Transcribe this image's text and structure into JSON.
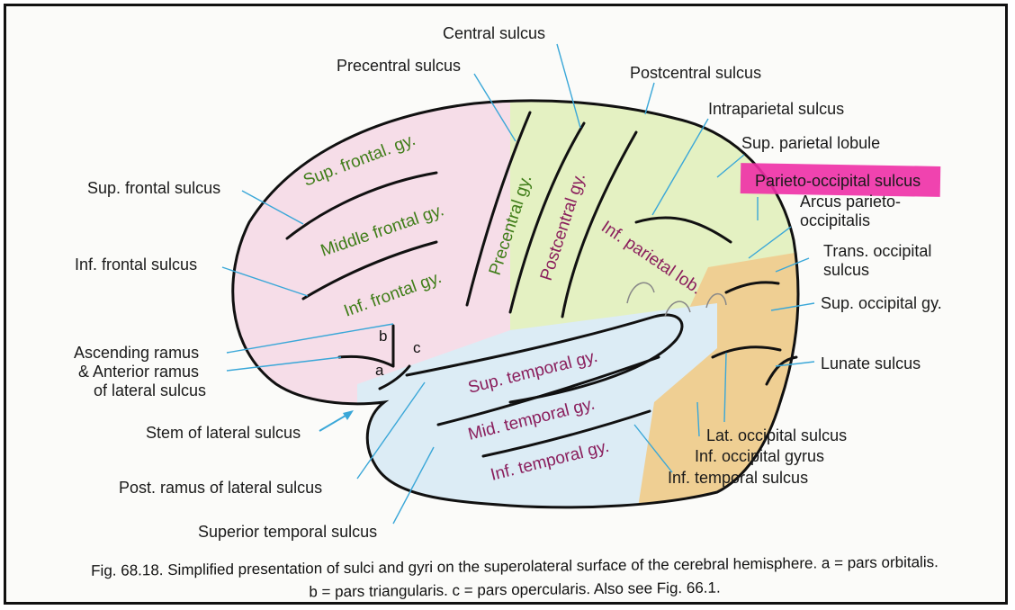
{
  "labels": {
    "central_sulcus": "Central sulcus",
    "precentral_sulcus": "Precentral sulcus",
    "postcentral_sulcus": "Postcentral sulcus",
    "intraparietal_sulcus": "Intraparietal sulcus",
    "sup_parietal_lobule": "Sup. parietal lobule",
    "parieto_occipital_sulcus": "Parieto-occipital sulcus",
    "arcus_line1": "Arcus parieto-",
    "arcus_line2": "occipitalis",
    "trans_occ_line1": "Trans. occipital",
    "trans_occ_line2": "sulcus",
    "sup_occipital_gy": "Sup. occipital gy.",
    "lunate_sulcus": "Lunate sulcus",
    "lat_occipital_sulcus": "Lat. occipital sulcus",
    "inf_occipital_gyrus": "Inf. occipital gyrus",
    "inf_temporal_sulcus": "Inf. temporal sulcus",
    "superior_temporal_sulcus": "Superior temporal sulcus",
    "post_ramus": "Post. ramus of lateral sulcus",
    "stem_lateral": "Stem of lateral sulcus",
    "ascending_line1": "Ascending ramus",
    "ascending_line2": "& Anterior ramus",
    "ascending_line3": "of lateral sulcus",
    "inf_frontal_sulcus": "Inf. frontal sulcus",
    "sup_frontal_sulcus": "Sup. frontal sulcus"
  },
  "gyri": {
    "sup_frontal": "Sup. frontal. gy.",
    "middle_frontal": "Middle frontal gy.",
    "inf_frontal": "Inf. frontal gy.",
    "precentral": "Precentral gy.",
    "postcentral": "Postcentral gy.",
    "inf_parietal": "Inf. parietal lob.",
    "sup_temporal": "Sup. temporal gy.",
    "mid_temporal": "Mid. temporal gy.",
    "inf_temporal": "Inf. temporal gy."
  },
  "letters": {
    "a": "a",
    "b": "b",
    "c": "c"
  },
  "caption": {
    "line1": "Fig. 68.18. Simplified presentation of sulci and gyri on the superolateral surface of the cerebral hemisphere. a = pars orbitalis.",
    "line2": "b = pars triangularis. c = pars opercularis. Also see Fig. 66.1."
  },
  "colors": {
    "frontal": "#f6dde8",
    "parietal": "#e4f1c2",
    "occipital": "#efcf93",
    "temporal": "#dcecf5",
    "highlight": "#ee2fa6",
    "leader": "#3aa7d8",
    "green_text": "#3f7d18",
    "purple_text": "#8a1e5c"
  }
}
